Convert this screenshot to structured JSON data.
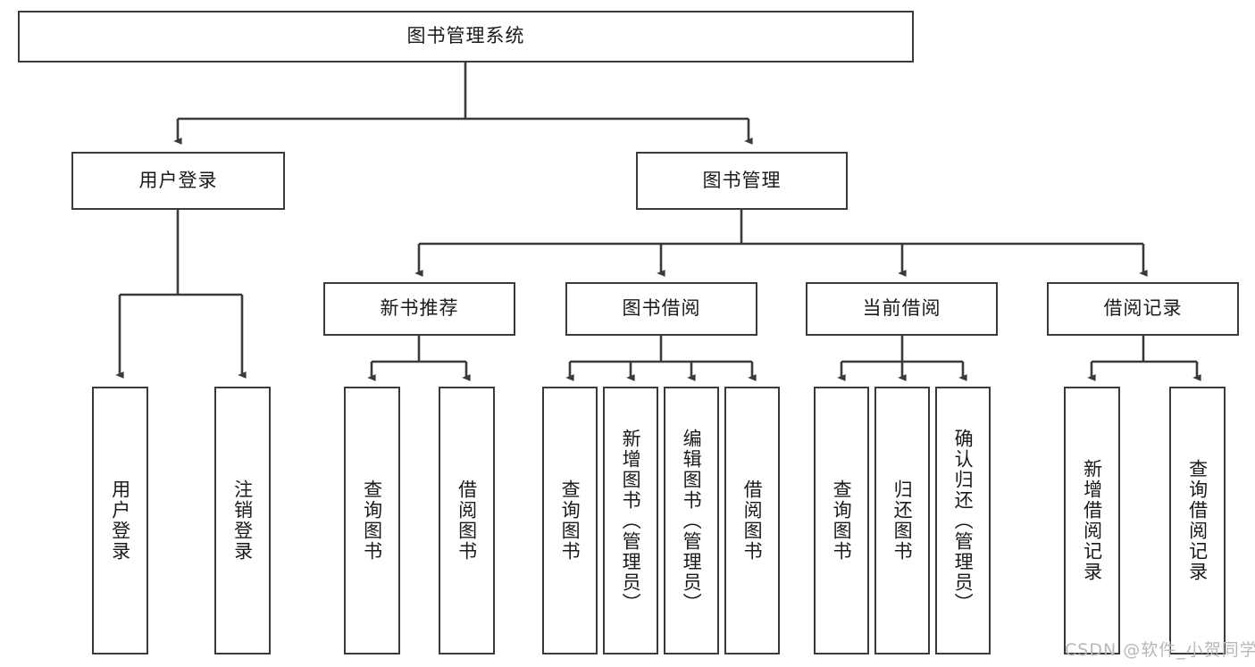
{
  "diagram": {
    "title": "图书管理系统",
    "type": "tree-hierarchy-chart",
    "root": {
      "label": "图书管理系统"
    },
    "level2": [
      {
        "label": "用户登录"
      },
      {
        "label": "图书管理"
      }
    ],
    "level3": [
      {
        "label": "新书推荐"
      },
      {
        "label": "图书借阅"
      },
      {
        "label": "当前借阅"
      },
      {
        "label": "借阅记录"
      }
    ],
    "leaves_user_login": [
      {
        "label": "用户登录"
      },
      {
        "label": "注销登录"
      }
    ],
    "leaves_new_book": [
      {
        "label": "查询图书"
      },
      {
        "label": "借阅图书"
      }
    ],
    "leaves_borrow": [
      {
        "label": "查询图书"
      },
      {
        "label": "新增图书（管理员）"
      },
      {
        "label": "编辑图书（管理员）"
      },
      {
        "label": "借阅图书"
      }
    ],
    "leaves_current": [
      {
        "label": "查询图书"
      },
      {
        "label": "归还图书"
      },
      {
        "label": "确认归还（管理员）"
      }
    ],
    "leaves_records": [
      {
        "label": "新增借阅记录"
      },
      {
        "label": "查询借阅记录"
      }
    ]
  },
  "watermark": {
    "text": "CSDN @软件_小贺同学"
  },
  "colors": {
    "stroke": "#3a3a3a",
    "box_fill": "#ffffff",
    "text": "#1a1a1a",
    "watermark": "#b8b8b8",
    "background": "#ffffff"
  }
}
